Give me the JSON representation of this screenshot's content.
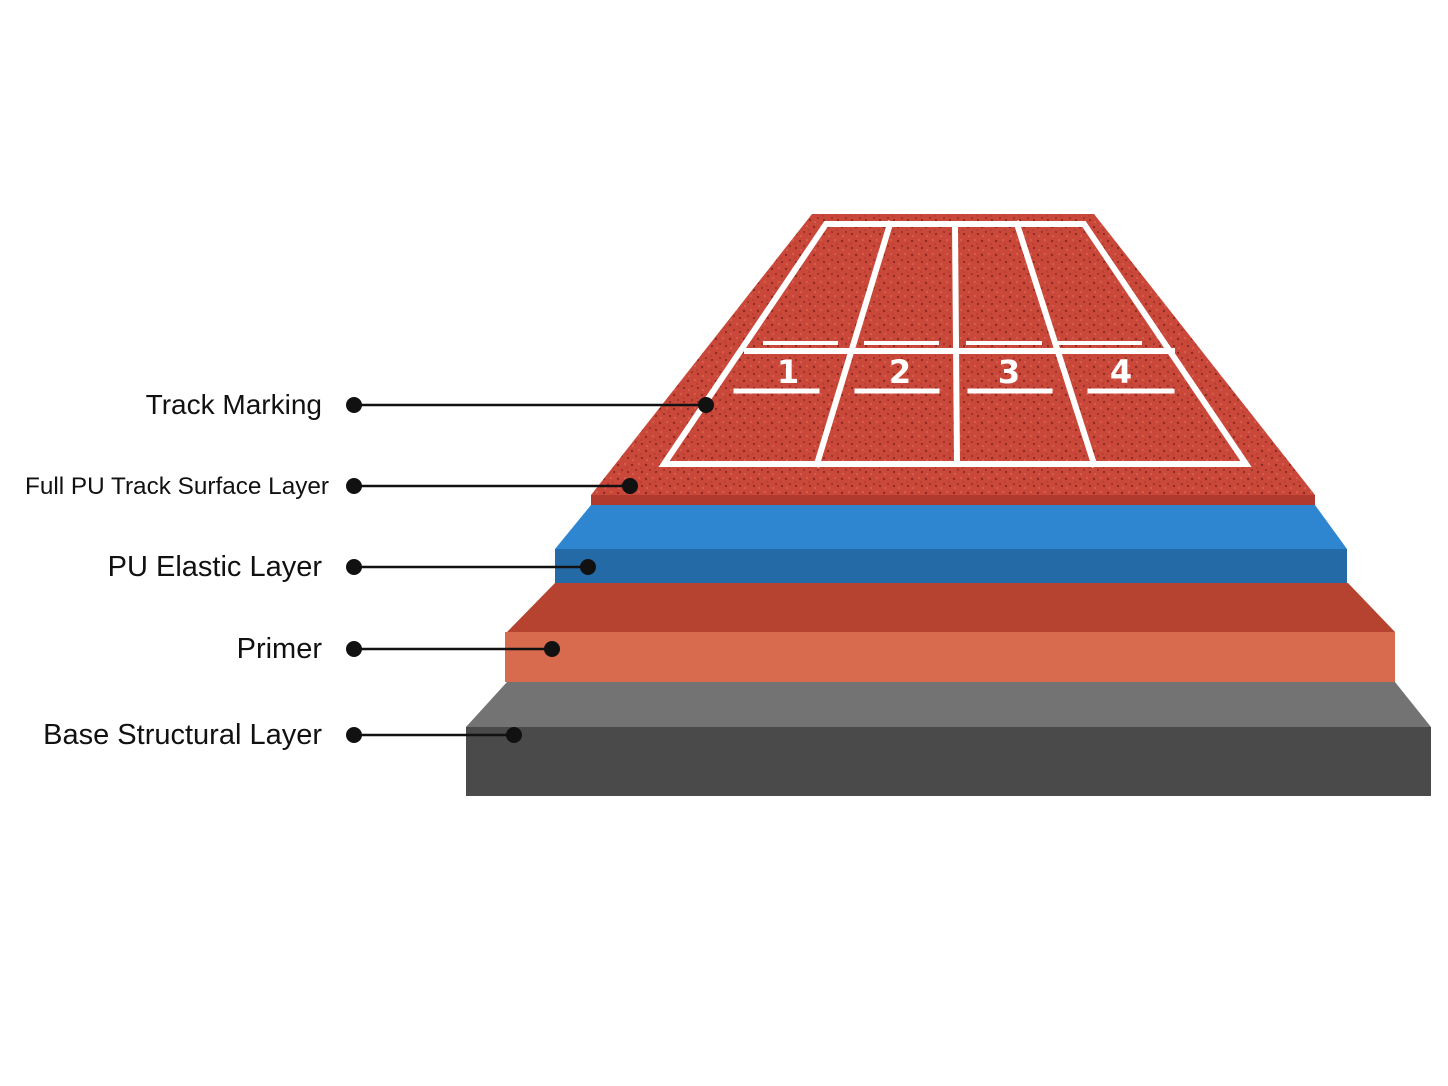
{
  "labels": {
    "track_marking": "Track Marking",
    "surface_layer": "Full PU Track Surface Layer",
    "elastic_layer": "PU Elastic Layer",
    "primer": "Primer",
    "base_layer": "Base Structural Layer"
  },
  "lanes": {
    "lane1": "1",
    "lane2": "2",
    "lane3": "3",
    "lane4": "4"
  },
  "colors": {
    "track_red": "#c9483a",
    "track_red_speckle": "#8e2a20",
    "track_red_edge": "#b13a2e",
    "elastic_top": "#2f86d0",
    "elastic_front": "#246aa7",
    "primer_top": "#b64230",
    "primer_front": "#d86a4e",
    "base_top": "#737373",
    "base_front": "#4a4a4a",
    "marking": "#ffffff",
    "leader": "#111111"
  }
}
